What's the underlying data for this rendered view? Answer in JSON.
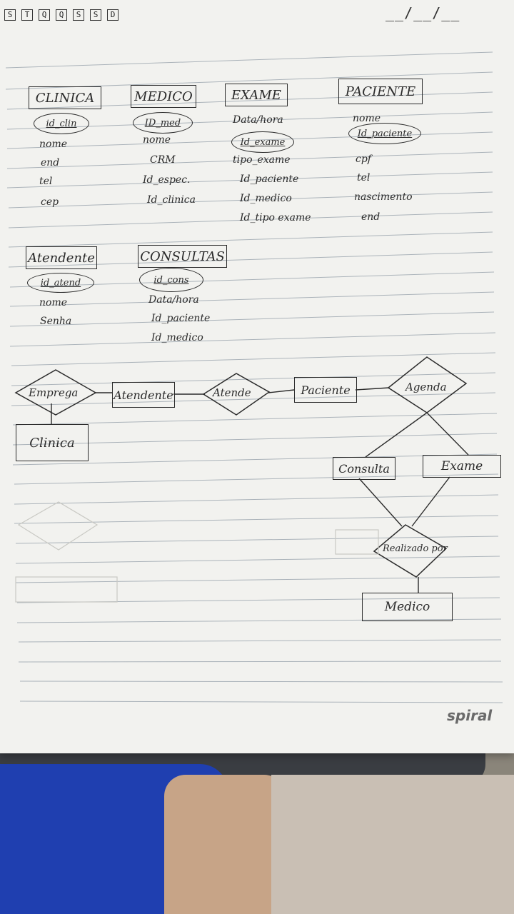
{
  "header": {
    "weekdays": [
      "S",
      "T",
      "Q",
      "Q",
      "S",
      "S",
      "D"
    ],
    "date_placeholder": "__/__/__"
  },
  "tables": [
    {
      "name": "CLINICA",
      "key": "id_clin",
      "attributes": [
        "nome",
        "end",
        "tel",
        "cep"
      ]
    },
    {
      "name": "MEDICO",
      "key": "ID_med",
      "attributes": [
        "nome",
        "CRM",
        "Id_espec.",
        "Id_clinica"
      ]
    },
    {
      "name": "EXAME",
      "key": "Id_exame",
      "pre_key": "Data/hora",
      "attributes": [
        "tipo_exame",
        "Id_paciente",
        "Id_medico",
        "Id_tipo exame"
      ]
    },
    {
      "name": "PACIENTE",
      "key": "Id_paciente",
      "pre_key": "nome",
      "attributes": [
        "cpf",
        "tel",
        "nascimento",
        "end"
      ]
    },
    {
      "name": "Atendente",
      "key": "id_atend",
      "attributes": [
        "nome",
        "Senha"
      ]
    },
    {
      "name": "CONSULTAS",
      "key": "id_cons",
      "attributes": [
        "Data/hora",
        "Id_paciente",
        "Id_medico"
      ]
    }
  ],
  "diagram": {
    "entities": {
      "clinica": "Clinica",
      "atendente": "Atendente",
      "paciente": "Paciente",
      "consulta": "Consulta",
      "exame": "Exame",
      "medico": "Medico"
    },
    "relationships": {
      "emprega": "Emprega",
      "atende": "Atende",
      "agenda": "Agenda",
      "realizado": "Realizado por"
    }
  },
  "brand": "spiral"
}
